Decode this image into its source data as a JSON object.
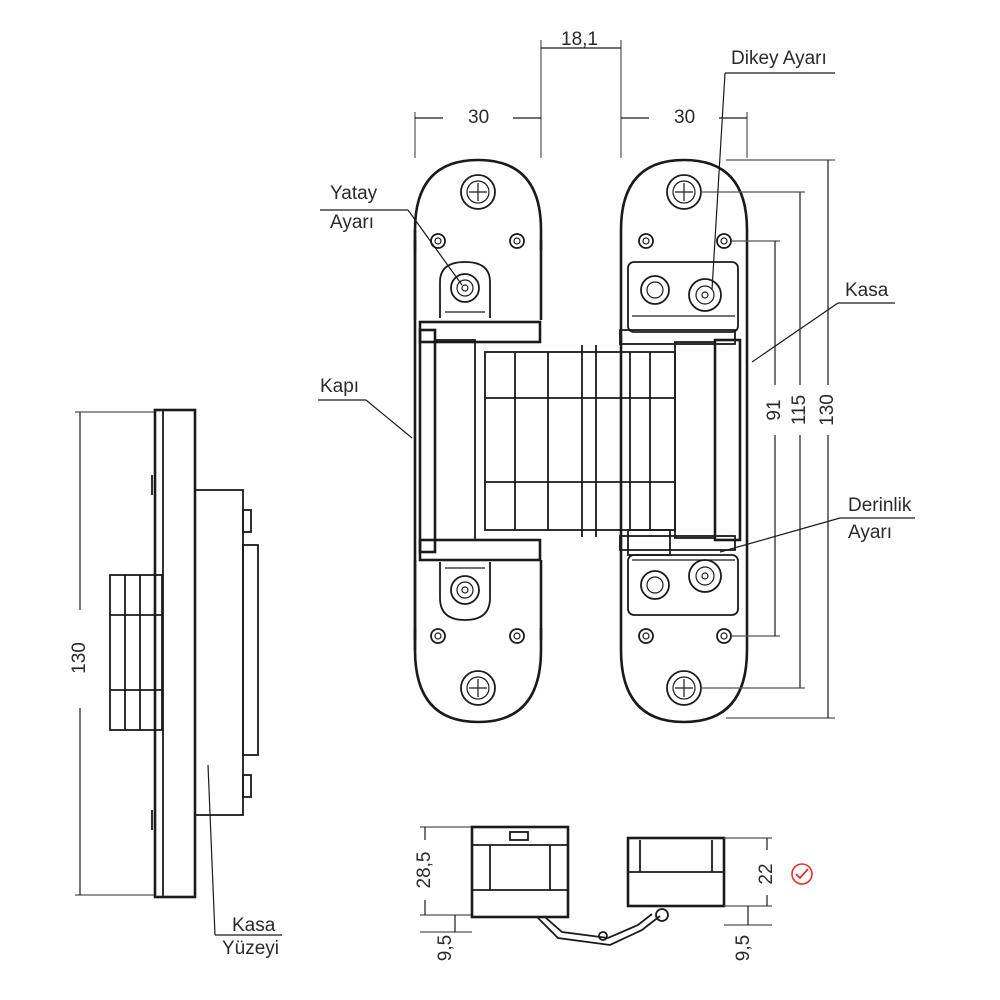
{
  "labels": {
    "yatay_line1": "Yatay",
    "yatay_line2": "Ayarı",
    "kapi": "Kapı",
    "dikey": "Dikey Ayarı",
    "kasa": "Kasa",
    "derinlik_line1": "Derinlik",
    "derinlik_line2": "Ayarı",
    "kasa_yuzeyi_line1": "Kasa",
    "kasa_yuzeyi_line2": "Yüzeyi"
  },
  "dimensions": {
    "top_center": "18,1",
    "top_left": "30",
    "top_right": "30",
    "right_91": "91",
    "right_115": "115",
    "right_130": "130",
    "side_130": "130",
    "bottom_28_5": "28,5",
    "bottom_22": "22",
    "bottom_left_9_5": "9,5",
    "bottom_right_9_5": "9,5"
  },
  "colors": {
    "line": "#1a1a1a",
    "check_icon": "#e03030"
  }
}
